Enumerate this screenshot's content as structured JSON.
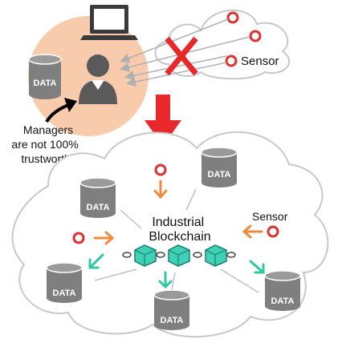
{
  "top_panel": {
    "managers_note": [
      "Managers",
      "are not 100%",
      "trustworthy."
    ],
    "data_label": "DATA",
    "sensor_label": "Sensor"
  },
  "blockchain_panel": {
    "title": [
      "Industrial",
      "Blockchain"
    ],
    "sensor_label": "Sensor",
    "data_labels": [
      "DATA",
      "DATA",
      "DATA",
      "DATA",
      "DATA"
    ]
  },
  "colors": {
    "manager_circle": "#f8cbad",
    "cross": "#e8282b",
    "big_arrow": "#e8282b",
    "sensor_ring": "#e03030",
    "orange_arrow": "#f08a3c",
    "teal_arrow": "#2ec9a0",
    "database": "#7f7f7f",
    "blockchain_block": "#3fd1b6",
    "person": "#5a5a5a"
  }
}
